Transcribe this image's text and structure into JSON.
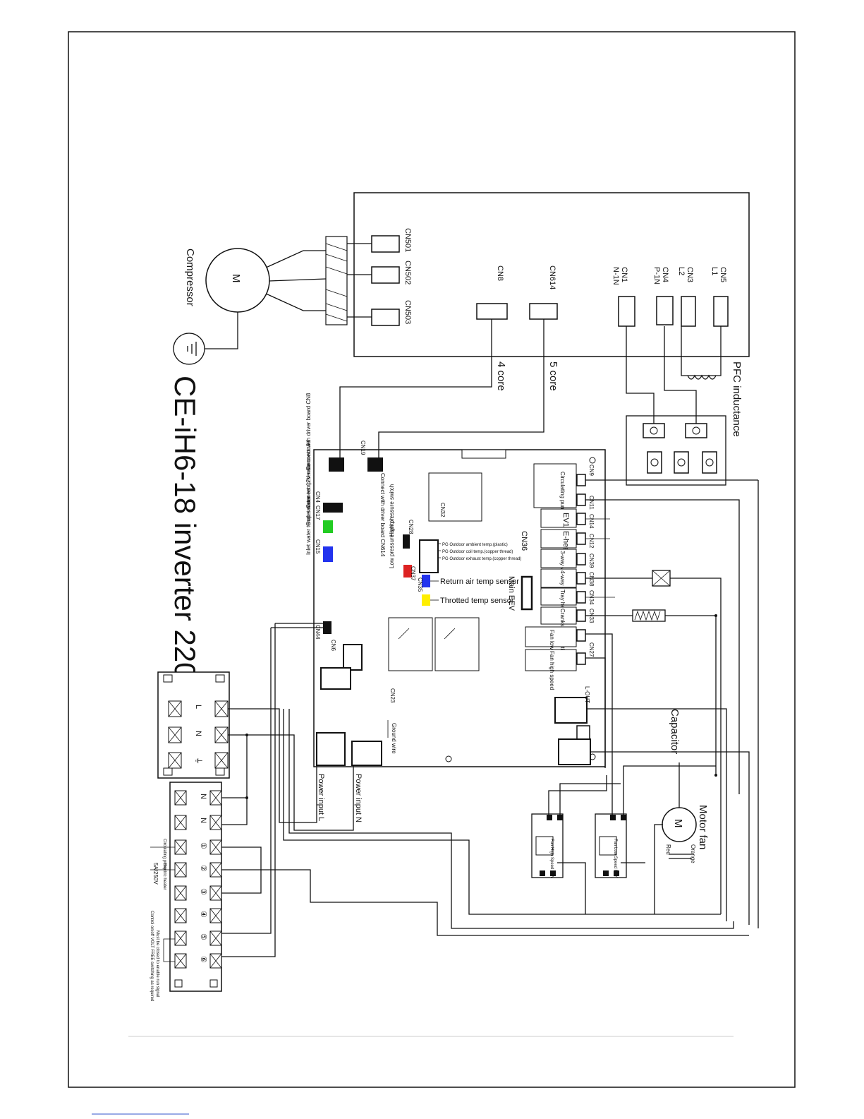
{
  "title": "CE-iH6-18 inverter 220V",
  "driver_board": {
    "cn501": "CN501",
    "cn502": "CN502",
    "cn503": "CN503",
    "cn8": "CN8",
    "cn614": "CN614",
    "cn5": "CN5",
    "l1": "L1",
    "cn3": "CN3",
    "l2": "L2",
    "cn4": "CN4",
    "p1n": "P-1N",
    "cn1": "CN1",
    "n1n": "N-1N"
  },
  "compressor": {
    "label": "Compressor",
    "symbol": "M"
  },
  "cables": {
    "core4": "4 core",
    "core5": "5 core"
  },
  "pfc_label": "PFC inductance",
  "main_board": {
    "cn19": "CN19",
    "connect_driver_cn614": "Connect with driver board CN614",
    "connect_driver_cn8": "Connect with driver board CN8",
    "cn4": "CN4",
    "cn17": "CN17",
    "connect_12v": "Connect 12V wire controller",
    "outlet_water": "Outlet water temp sensor",
    "cn15": "CN15",
    "inlet_water": "Inlet water temp sensor",
    "cn28": "CN28",
    "high_pressure": "High pressure switch",
    "cn32": "CN32",
    "cn36": "CN36",
    "main_eev": "Main EEV",
    "sensor_1": "PG Outdoor ambient temp.(plastic)",
    "sensor_2": "PG Outdoor coil temp.(copper thread)",
    "sensor_3": "PG Outdoor exhaust temp.(copper thread)",
    "cn37": "CN37",
    "cn35": "CN35",
    "low_pressure": "Low pressure switch",
    "return_air": "Return air temp sensor",
    "throttled": "Throtted temp sensor",
    "cn44": "CN44",
    "cn6": "CN6",
    "cn23": "CN23",
    "ground_wire": "Ground wire",
    "power_l": "Power input L",
    "power_n": "Power input N",
    "l_out": "L-OUT",
    "cn9": "CN9",
    "cn11": "CN11",
    "cn14": "CN14",
    "cn12": "CN12",
    "cn39": "CN39",
    "cn38": "CN38",
    "cn34": "CN34",
    "cn33": "CN33",
    "cn27": "CN27"
  },
  "outputs": {
    "circulating_pump": "Circulating pump",
    "ev1": "EV1",
    "e_heater": "E-heater",
    "three_way": "3-way valve",
    "four_way": "4-way valve",
    "tray_heating": "Tray heating",
    "crankshaft": "Crankshaft heating",
    "fan_low": "Fan low speed",
    "fan_high": "Fan high speed"
  },
  "capacitor": "Capacitor",
  "motor_fan": {
    "label": "Motor fan",
    "symbol": "M",
    "red": "Red",
    "orange": "Orange"
  },
  "relays": {
    "high": "Fan High Speed RLY",
    "low": "Fan Low Speed RLY"
  },
  "power_terminal": [
    "L",
    "N",
    "⏚"
  ],
  "user_terminal": [
    "N",
    "N",
    "①",
    "②",
    "③",
    "④",
    "⑤",
    "⑥"
  ],
  "user_notes": {
    "circulating_pump": "Circulating pump",
    "electric_heater": "Electric heater",
    "rating": "5A/250V",
    "must_be_closed": "Must be closed to enable run signal",
    "volt_free": "Control on/off VOLT FREE switching as required"
  }
}
